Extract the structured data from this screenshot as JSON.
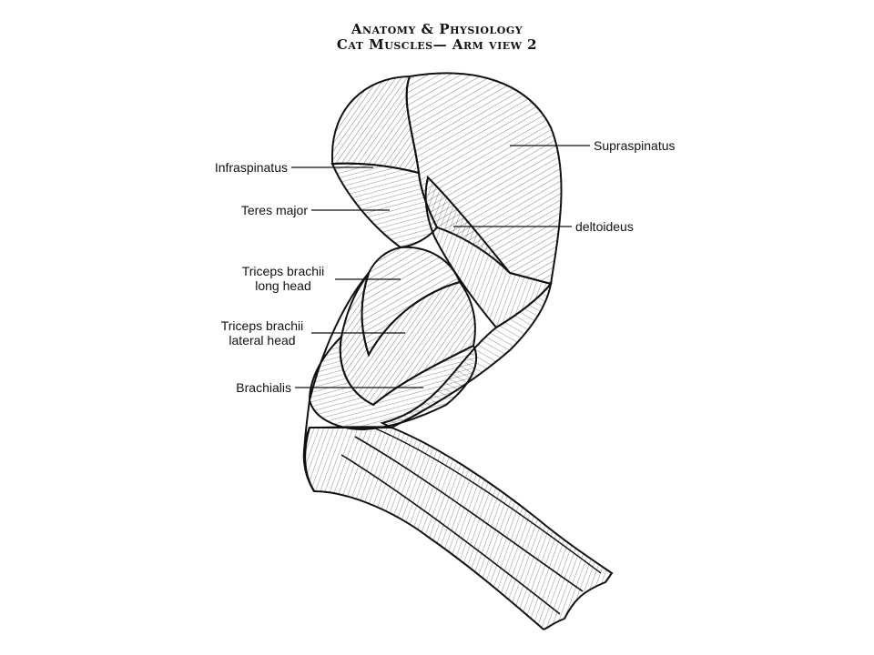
{
  "header": {
    "title": "Anatomy & Physiology",
    "subtitle": "Cat Muscles— Arm view 2"
  },
  "labels": {
    "infraspinatus": "Infraspinatus",
    "teres_major": "Teres major",
    "triceps_long_line1": "Triceps brachii",
    "triceps_long_line2": "long head",
    "triceps_lateral_line1": "Triceps brachii",
    "triceps_lateral_line2": "lateral head",
    "brachialis": "Brachialis",
    "supraspinatus": "Supraspinatus",
    "deltoideus": "deltoideus"
  }
}
